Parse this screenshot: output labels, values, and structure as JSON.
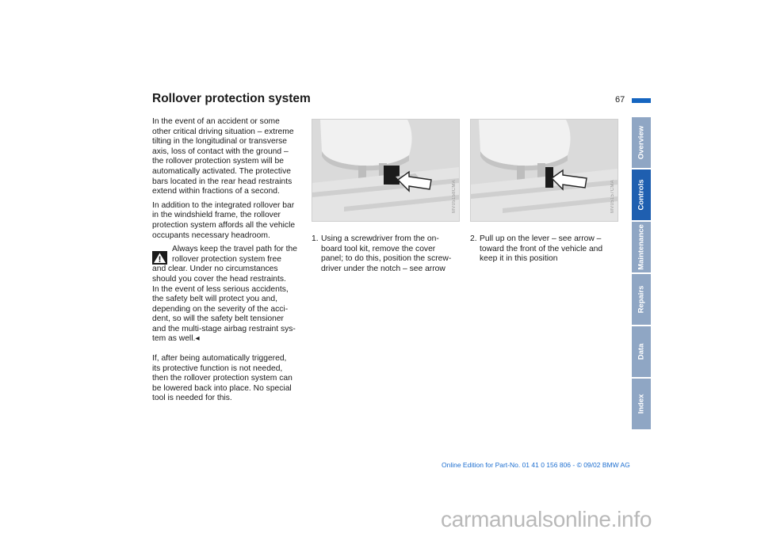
{
  "header": {
    "title": "Rollover protection system",
    "page_number": "67",
    "accent_color": "#1565c0"
  },
  "left_column": {
    "paragraphs": [
      "In the event of an accident or some\nother critical driving situation – extreme\ntilting in the longitudinal or transverse\naxis, loss of contact with the ground –\nthe rollover protection system will be\nautomatically activated. The protective\nbars located in the rear head restraints\nextend within fractions of a second.",
      "In addition to the integrated rollover bar\nin the windshield frame, the rollover\nprotection system affords all the vehicle\noccupants necessary headroom."
    ],
    "warning": {
      "icon": "warning-triangle-icon",
      "first_lines": "Always keep the travel path for the\nrollover protection system free",
      "rest": "and clear. Under no circumstances\nshould you cover the head restraints.\nIn the event of less serious accidents,\nthe safety belt will protect you and,\ndepending on the severity of the acci-\ndent, so will the safety belt tensioner\nand the multi-stage airbag restraint sys-\ntem as well.◂"
    },
    "final_paragraph": "If, after being automatically triggered,\nits protective function is not needed,\nthen the rollover protection system can\nbe lowered back into place. No special\ntool is needed for this."
  },
  "figures": [
    {
      "code": "MV05158CMA"
    },
    {
      "code": "MV05157CMA"
    }
  ],
  "steps": [
    {
      "number": "1.",
      "text": "Using a screwdriver from the on-\nboard tool kit, remove the cover\npanel; to do this, position the screw-\ndriver under the notch – see arrow"
    },
    {
      "number": "2.",
      "text": "Pull up on the lever – see arrow –\ntoward the front of the vehicle and\nkeep it in this position"
    }
  ],
  "nav_tabs": [
    {
      "label": "Overview",
      "active": false
    },
    {
      "label": "Controls",
      "active": true
    },
    {
      "label": "Maintenance",
      "active": false
    },
    {
      "label": "Repairs",
      "active": false
    },
    {
      "label": "Data",
      "active": false
    },
    {
      "label": "Index",
      "active": false
    }
  ],
  "footer": "Online Edition for Part-No. 01 41 0 156 806 - © 09/02 BMW AG",
  "watermark": "carmanualsonline.info"
}
